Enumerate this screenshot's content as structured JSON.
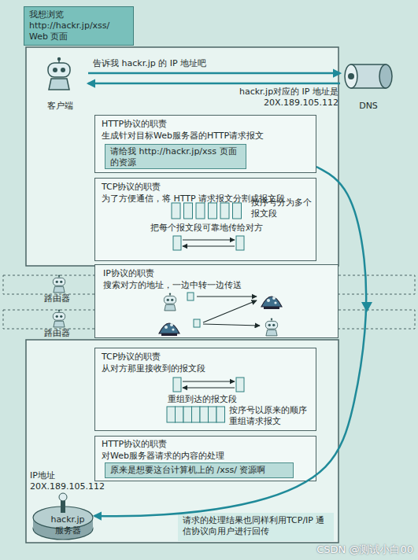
{
  "diagram": {
    "nodes": [
      {
        "text": [
          "我想浏览 http://hackr.jp/xss/ Web 页面"
        ]
      },
      {
        "text": [
          "客户端"
        ]
      },
      {
        "text": [
          "DNS"
        ]
      },
      {
        "text": [
          "HTTP协议的职责",
          "生成针对目标Web服务器的HTTP请求报文"
        ]
      },
      {
        "text": [
          "请给我 http://hackr.jp/xss 页面的资源"
        ],
        "in": 3
      },
      {
        "text": [
          "TCP协议的职责",
          "为了方便通信，将 HTTP 请求报文分割成报文段",
          "按序号分为多个报文段",
          "把每个报文段可靠地传给对方"
        ]
      },
      {
        "text": [
          "IP协议的职责",
          "搜索对方的地址，一边中转一边传送"
        ]
      },
      {
        "text": [
          "路由器"
        ]
      },
      {
        "text": [
          "路由器"
        ]
      },
      {
        "text": [
          "TCP协议的职责",
          "从对方那里接收到的报文段",
          "重组到达的报文段",
          "按序号以原来的顺序 重组请求报文"
        ]
      },
      {
        "text": [
          "HTTP协议的职责",
          "对Web服务器请求的内容的处理"
        ]
      },
      {
        "text": [
          "原来是想要这台计算机上的 /xss/ 资源啊"
        ],
        "in": 10
      },
      {
        "text": [
          "IP地址 20X.189.105.112",
          "hackr.jp 服务器"
        ]
      },
      {
        "text": [
          "请求的处理结果也同样利用TCP/IP 通信协议向用户进行回传"
        ]
      }
    ],
    "edges": [
      {
        "from": 1,
        "to": 2,
        "label": "告诉我 hackr.jp 的 IP 地址吧",
        "arrow": "to"
      },
      {
        "from": 2,
        "to": 1,
        "label": "hackr.jp对应的 IP 地址是 20X.189.105.112",
        "arrow": "to"
      },
      {
        "from": 3,
        "to": 12,
        "arrow": "to"
      }
    ],
    "labels": [
      "CSDN @测试小白00"
    ]
  }
}
